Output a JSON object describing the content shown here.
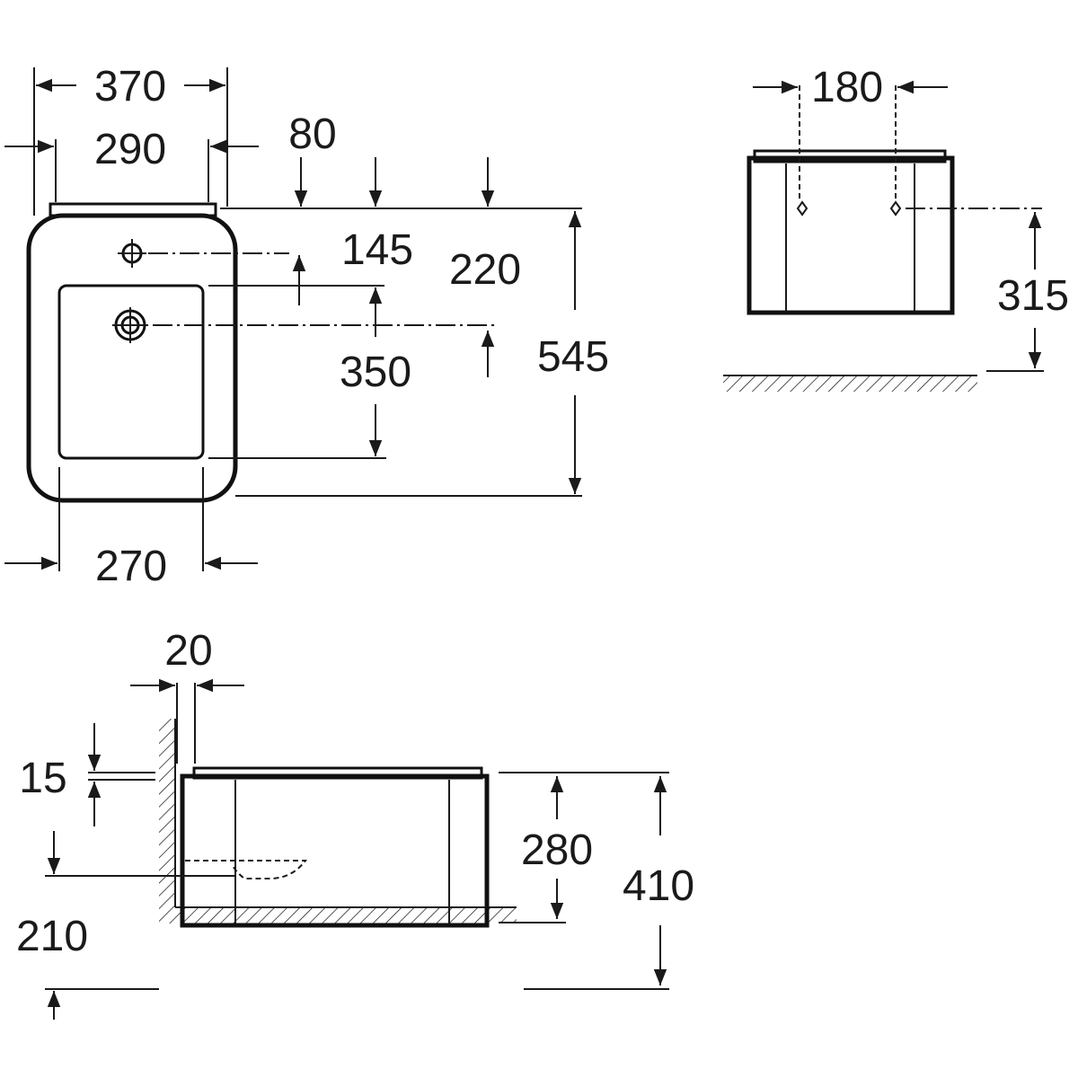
{
  "top_view": {
    "width_overall": "370",
    "width_top": "290",
    "tap_offset_top": "80",
    "drain_offset_tap": "145",
    "drain_offset_top": "220",
    "basin_height": "350",
    "depth_overall": "545",
    "width_bottom": "270"
  },
  "front_view": {
    "fixing_distance": "180",
    "fixing_height": "315"
  },
  "side_view": {
    "wall_gap": "20",
    "lip_thickness": "15",
    "outlet_height": "210",
    "body_height": "280",
    "rim_height": "410"
  }
}
